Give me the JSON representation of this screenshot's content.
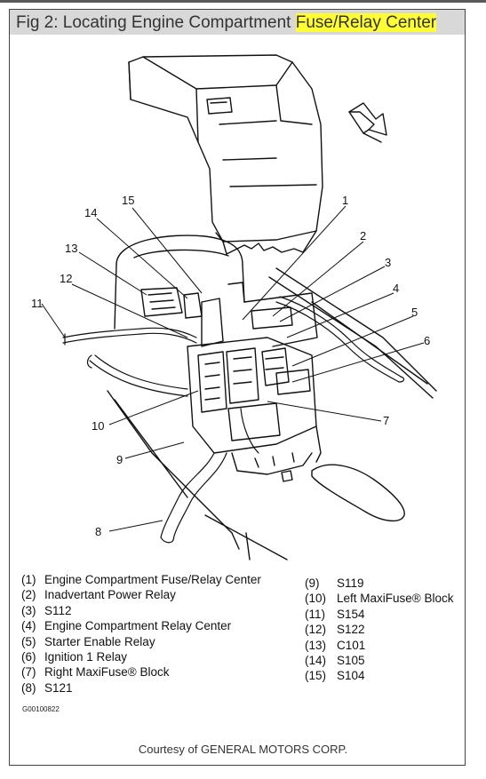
{
  "title": {
    "prefix": "Fig 2: Locating Engine Compartment ",
    "highlight": "Fuse/Relay Center"
  },
  "callouts": [
    "1",
    "2",
    "3",
    "4",
    "5",
    "6",
    "7",
    "8",
    "9",
    "10",
    "11",
    "12",
    "13",
    "14",
    "15"
  ],
  "legend_left": [
    {
      "num": "(1)",
      "label": "Engine Compartment Fuse/Relay Center"
    },
    {
      "num": "(2)",
      "label": "Inadvertant Power Relay"
    },
    {
      "num": "(3)",
      "label": "S112"
    },
    {
      "num": "(4)",
      "label": "Engine Compartment Relay Center"
    },
    {
      "num": "(5)",
      "label": "Starter Enable Relay"
    },
    {
      "num": "(6)",
      "label": "Ignition 1 Relay"
    },
    {
      "num": "(7)",
      "label": "Right MaxiFuse® Block"
    },
    {
      "num": "(8)",
      "label": "S121"
    }
  ],
  "legend_right": [
    {
      "num": "(9)",
      "label": "S119"
    },
    {
      "num": "(10)",
      "label": "Left MaxiFuse® Block"
    },
    {
      "num": "(11)",
      "label": "S154"
    },
    {
      "num": "(12)",
      "label": "S122"
    },
    {
      "num": "(13)",
      "label": "C101"
    },
    {
      "num": "(14)",
      "label": "S105"
    },
    {
      "num": "(15)",
      "label": "S104"
    }
  ],
  "figure_code": "G00100822",
  "courtesy": "Courtesy of GENERAL MOTORS CORP."
}
